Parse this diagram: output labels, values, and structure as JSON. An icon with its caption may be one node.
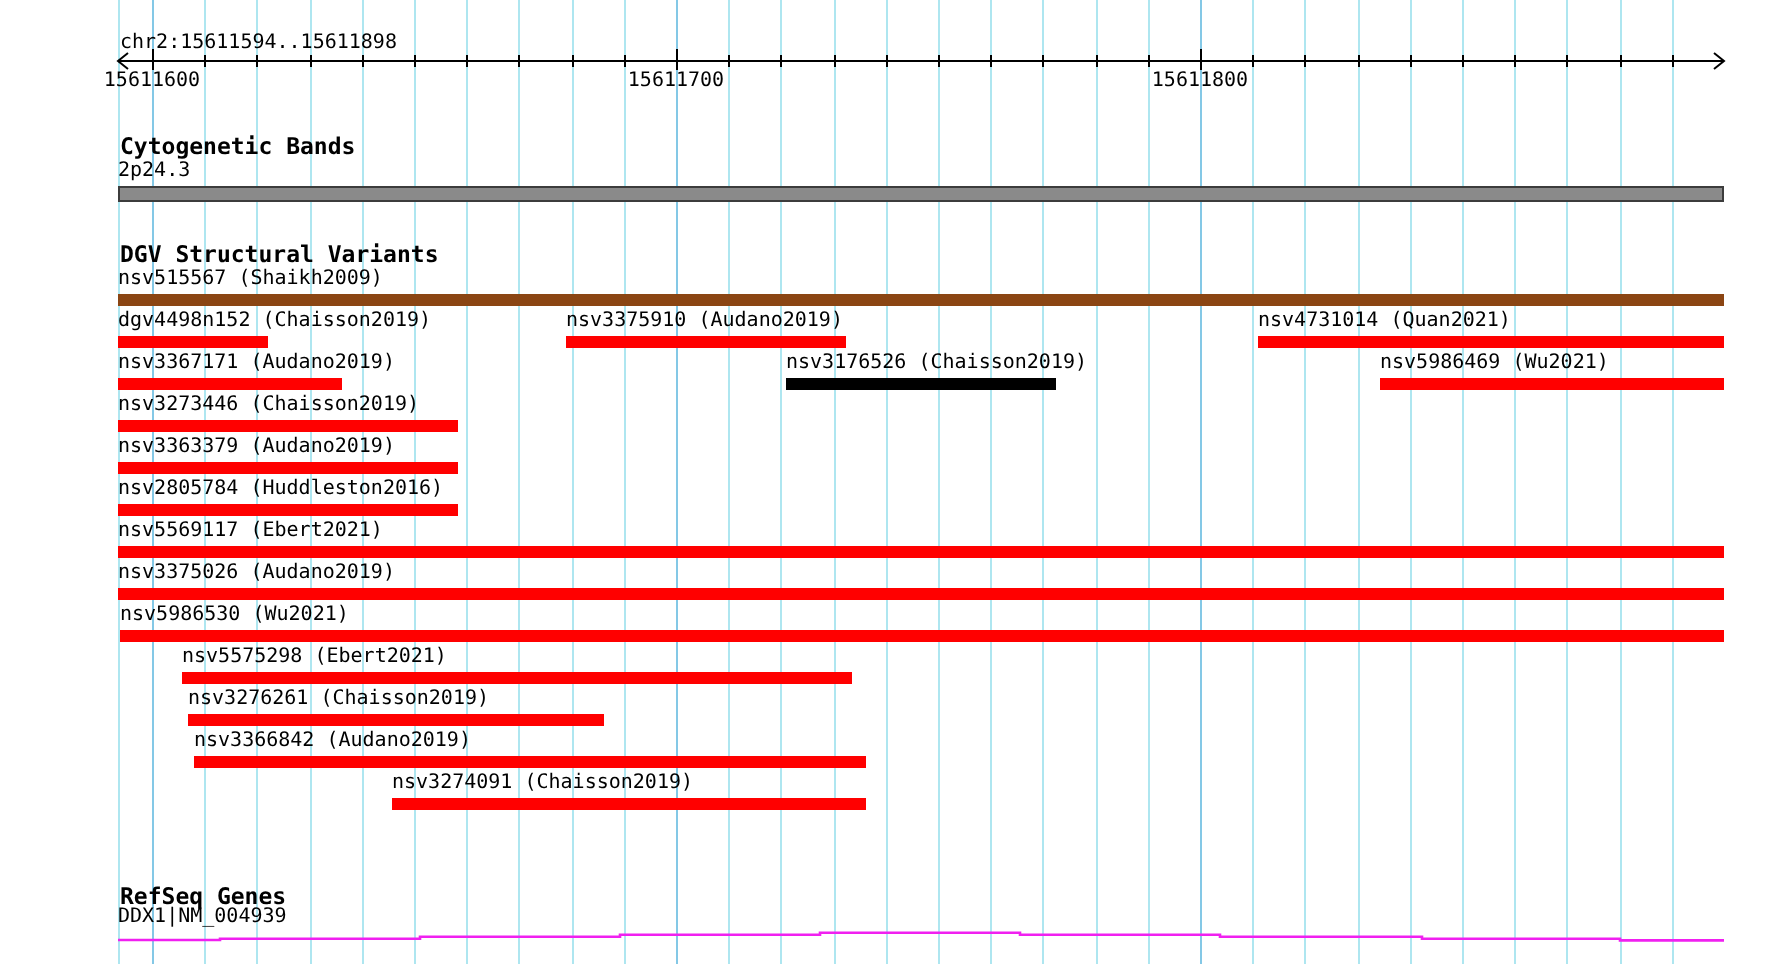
{
  "diagram": {
    "nodes": [
      {
        "text": [
          "2p24.3"
        ]
      },
      {
        "text": [
          "nsv515567 (Shaikh2009)"
        ]
      },
      {
        "text": [
          "dgv4498n152 (Chaisson2019)"
        ]
      },
      {
        "text": [
          "nsv3375910 (Audano2019)"
        ]
      },
      {
        "text": [
          "nsv4731014 (Quan2021)"
        ]
      },
      {
        "text": [
          "nsv3367171 (Audano2019)"
        ]
      },
      {
        "text": [
          "nsv3176526 (Chaisson2019)"
        ]
      },
      {
        "text": [
          "nsv5986469 (Wu2021)"
        ]
      },
      {
        "text": [
          "nsv3273446 (Chaisson2019)"
        ]
      },
      {
        "text": [
          "nsv3363379 (Audano2019)"
        ]
      },
      {
        "text": [
          "nsv2805784 (Huddleston2016)"
        ]
      },
      {
        "text": [
          "nsv5569117 (Ebert2021)"
        ]
      },
      {
        "text": [
          "nsv3375026 (Audano2019)"
        ]
      },
      {
        "text": [
          "nsv5986530 (Wu2021)"
        ]
      },
      {
        "text": [
          "nsv5575298 (Ebert2021)"
        ]
      },
      {
        "text": [
          "nsv3276261 (Chaisson2019)"
        ]
      },
      {
        "text": [
          "nsv3366842 (Audano2019)"
        ]
      },
      {
        "text": [
          "nsv3274091 (Chaisson2019)"
        ]
      },
      {
        "text": [
          "DDX1|NM_004939"
        ]
      }
    ],
    "labels": [
      "chr2:15611594..15611898",
      "15611600",
      "15611700",
      "15611800",
      "Cytogenetic Bands",
      "DGV Structural Variants",
      "RefSeq Genes"
    ]
  }
}
